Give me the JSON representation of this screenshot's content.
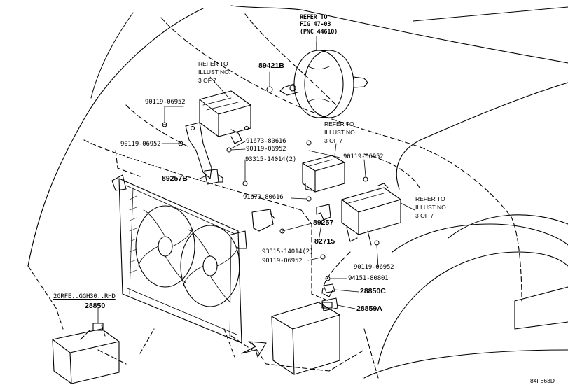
{
  "refer_fig": [
    "REFER TO",
    "FIG 47-03",
    "(PNC 44610)"
  ],
  "refer_illust_top": [
    "REFER TO",
    "ILLUST NO.",
    "3 OF 7"
  ],
  "refer_illust_mid": [
    "REFER TO",
    "ILLUST NO.",
    "3 OF 7"
  ],
  "refer_illust_right": [
    "REFER TO",
    "ILLUST NO.",
    "3 OF 7"
  ],
  "parts": {
    "p89421b": "89421B",
    "p90119_a": "90119-06952",
    "p90119_b": "90119-06952",
    "p91673_a": "91673-80616",
    "p90119_c": "90119-06952",
    "p93315_a": "93315-14014(2)",
    "p89257b": "89257B",
    "p91673_b": "91673-80616",
    "p89257": "89257",
    "p93315_b": "93315-14014(2)",
    "p82715": "82715",
    "p90119_d": "90119-06952",
    "p90119_e": "90119-06952",
    "p90119_f": "90119-06952",
    "p94151": "94151-80801",
    "p28850c": "28850C",
    "p28859a": "28859A",
    "p28850": "28850"
  },
  "variant_note": "2GRFE..GGH30..RHD",
  "diagram_code": "84F863D"
}
